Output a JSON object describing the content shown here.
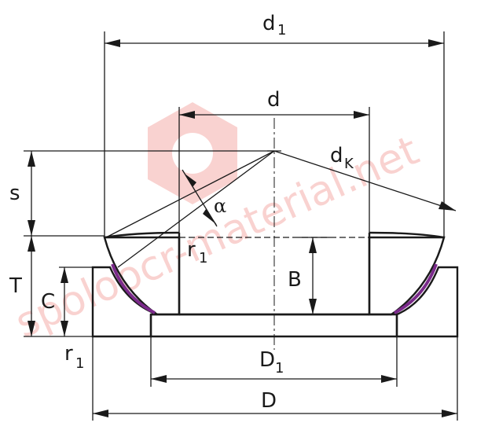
{
  "labels": {
    "d1": "d",
    "d1_sub": "1",
    "d": "d",
    "dk": "d",
    "dk_sub": "K",
    "s": "s",
    "alpha": "α",
    "r1_upper": "r",
    "r1_upper_sub": "1",
    "T": "T",
    "C": "C",
    "B": "B",
    "r1_lower": "r",
    "r1_lower_sub": "1",
    "D1": "D",
    "D1_sub": "1",
    "D": "D"
  },
  "watermark": {
    "text": "spoloocr-material.net",
    "color": "#e8392e"
  },
  "colors": {
    "line": "#1a1a1a",
    "contact_surface": "#7a2a8a",
    "background": "#ffffff"
  }
}
